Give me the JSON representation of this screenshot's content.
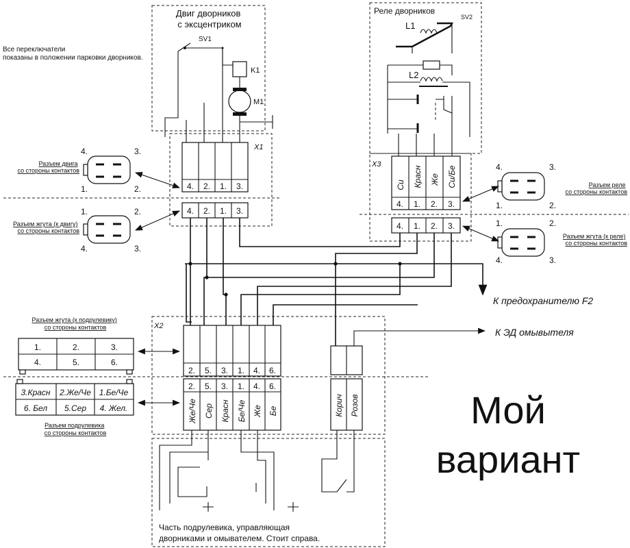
{
  "note": "Все переключатели\nпоказаны в положении парковки дворников.",
  "motor_block": {
    "title": "Двиг дворников\nс эксцентриком",
    "sv1": "SV1",
    "k1": "K1",
    "m1": "M1"
  },
  "relay_block": {
    "title": "Реле дворников",
    "sv2": "SV2",
    "l1": "L1",
    "l2": "L2"
  },
  "x1": {
    "label": "X1",
    "pins_top": [
      "4.",
      "2.",
      "1.",
      "3."
    ],
    "pins_bottom": [
      "4.",
      "2.",
      "1.",
      "3."
    ]
  },
  "x3": {
    "label": "X3",
    "wire_colors": [
      "Си",
      "Красн",
      "Же",
      "Си/Бе"
    ],
    "pins_top": [
      "4.",
      "1.",
      "2.",
      "3."
    ],
    "pins_bottom": [
      "4.",
      "1.",
      "2.",
      "3."
    ]
  },
  "x2": {
    "label": "X2",
    "pins_top": [
      "2.",
      "5.",
      "3.",
      "1.",
      "4.",
      "6."
    ],
    "pins_bottom": [
      "2.",
      "5.",
      "3.",
      "1.",
      "4.",
      "6."
    ],
    "wire_colors": [
      "Же/Че",
      "Сер",
      "Красн",
      "Бе/Че",
      "Же",
      "Бе"
    ],
    "washer_colors": [
      "Корич",
      "Розов"
    ]
  },
  "connector_motor": {
    "caption": "Разъем двига\nсо стороны контактов",
    "n4": "4.",
    "n3": "3.",
    "n1": "1.",
    "n2": "2."
  },
  "connector_harness_motor": {
    "caption": "Разъем жгута (к двигу)\nсо стороны контактов",
    "n1": "1.",
    "n2": "2.",
    "n4": "4.",
    "n3": "3."
  },
  "connector_relay": {
    "caption": "Разъем реле\nсо стороны контактов",
    "n4": "4.",
    "n3": "3.",
    "n1": "1.",
    "n2": "2."
  },
  "connector_harness_relay": {
    "caption": "Разъем жгута (к реле)\nсо стороны контактов",
    "n1": "1.",
    "n2": "2.",
    "n4": "4.",
    "n3": "3."
  },
  "connector_harness_column": {
    "caption": "Разъем жгута (к подрулевику)\nсо стороны контактов",
    "cells": [
      "1.",
      "2.",
      "3.",
      "4.",
      "5.",
      "6."
    ]
  },
  "connector_column_switch": {
    "caption": "Разъем подрулевика\nсо стороны контактов",
    "cells": [
      "3.Красн",
      "2.Же/Че",
      "1.Бе/Че",
      "6. Бел",
      "5.Сер",
      "4. Жел."
    ]
  },
  "to_fuse": "К предохранителю F2",
  "to_washer": "К ЭД омывытеля",
  "switch_caption": "Часть подрулевика, управляющая\nдворниками и омывателем. Стоит справа.",
  "my_variant": [
    "Мой",
    "вариант"
  ]
}
